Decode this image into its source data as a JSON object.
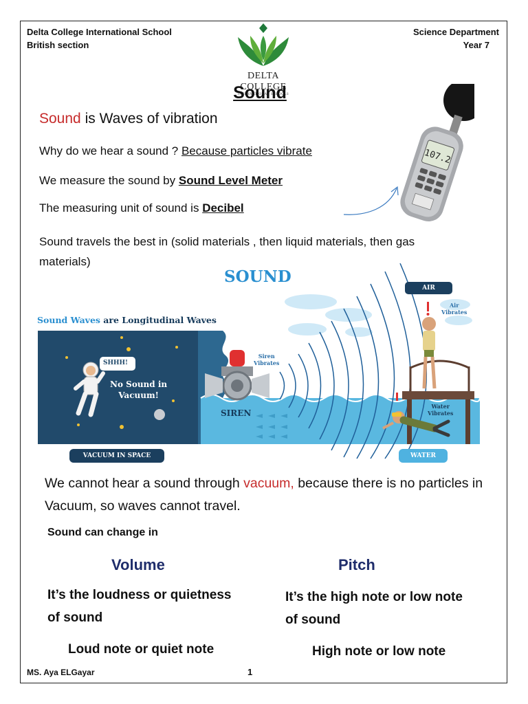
{
  "header": {
    "school": "Delta College International School",
    "section": "British section",
    "department": "Science Department",
    "year": "Year 7",
    "logo_name": "DELTA COLLEGE",
    "logo_sub": "INTERNATIONAL SCHOOLS"
  },
  "title": "Sound",
  "intro": {
    "word": "Sound",
    "rest": " is Waves of vibration"
  },
  "q1": {
    "question": "Why do we hear a sound ? ",
    "answer": "Because particles vibrate"
  },
  "q2": {
    "text": "We measure the sound by ",
    "answer": "Sound Level Meter"
  },
  "q3": {
    "text": "The measuring unit of sound is ",
    "answer": "Decibel"
  },
  "travel": {
    "line1": "Sound travels the best in (solid materials , then liquid materials, then gas",
    "line2": "materials)"
  },
  "meter_display": "107.2",
  "illustration": {
    "heading": "SOUND",
    "subtitle_a": "Sound Waves",
    "subtitle_b": " are Longitudinal Waves",
    "shhh": "SHHH!",
    "no_sound_1": "No Sound in",
    "no_sound_2": "Vacuum!",
    "siren": "SIREN",
    "siren_vib_1": "Siren",
    "siren_vib_2": "Vibrates",
    "air": "AIR",
    "air_vib_1": "Air",
    "air_vib_2": "Vibrates",
    "water_vib_1": "Water",
    "water_vib_2": "Vibrates",
    "vacuum_label": "VACUUM IN SPACE",
    "water_label": "WATER"
  },
  "vacuum": {
    "a": "We cannot hear a sound through ",
    "word": "vacuum,",
    "b": " because there is no particles in",
    "line2": "Vacuum, so waves cannot travel."
  },
  "change_heading": "Sound can change in",
  "volume": {
    "heading": "Volume",
    "def1": "It’s the loudness or quietness",
    "def2": "of sound",
    "example": "Loud note or quiet note"
  },
  "pitch": {
    "heading": "Pitch",
    "def1": "It’s the high note or low note",
    "def2": "of sound",
    "example": "High note or low note"
  },
  "footer": {
    "author": "MS. Aya ELGayar",
    "page": "1"
  },
  "colors": {
    "red": "#c62b2b",
    "navy": "#1f2d6b",
    "space": "#214a6b",
    "water": "#5ab8e0"
  }
}
